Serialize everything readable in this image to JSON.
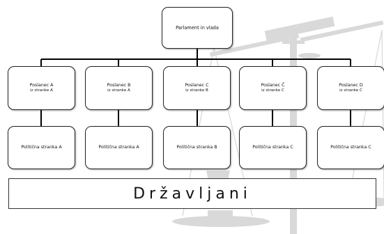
{
  "root": {
    "label": "Parlament in vlada"
  },
  "parties": [
    {
      "party": "Poslanec A",
      "side": "iz stranke A"
    },
    {
      "party": "Poslanec B",
      "side": "iz stranke A"
    },
    {
      "party": "Poslanec C",
      "side": "iz stranke B"
    },
    {
      "party": "Poslanec Č",
      "side": "iz stranke C"
    },
    {
      "party": "Poslanec D",
      "side": "iz stranke C"
    }
  ],
  "political_parties": [
    "Politična stranka A",
    "Politična stranka A",
    "Politična stranka B",
    "Politična stranka C",
    "Politična stranka C"
  ],
  "banner": {
    "label": "Državljani"
  },
  "colors": {
    "background_scale": "#d8d8d8",
    "border": "#222222",
    "connector": "#000000"
  }
}
